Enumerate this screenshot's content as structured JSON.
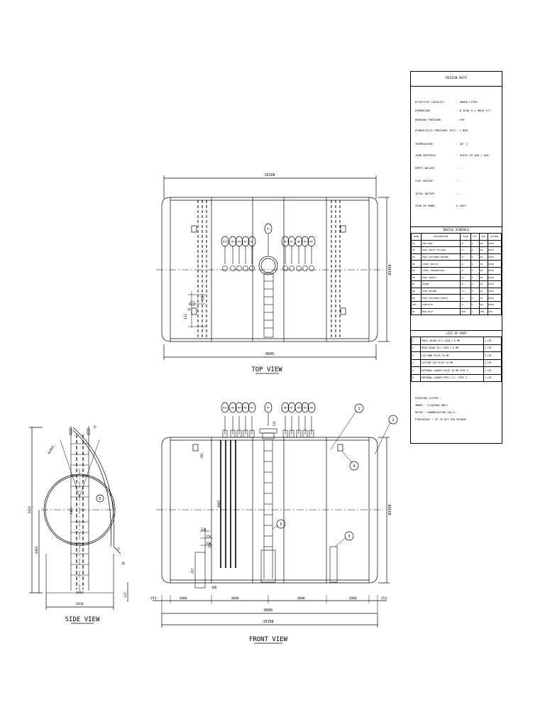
{
  "views": {
    "top": "TOP VIEW",
    "side": "SIDE VIEW",
    "front": "FRONT VIEW"
  },
  "dimensions": {
    "overall_length": "10108",
    "shell_length": "9600",
    "diameter_top": "Ø3450",
    "diameter_front": "Ø3450",
    "side_height": "3452",
    "side_width_1": "3450",
    "side_width_2": "3483",
    "side_radius": "R3951",
    "side_lower": "1983",
    "side_small_1": "10",
    "side_small_2": "127",
    "side_small_3": "12",
    "side_small_4": "70",
    "side_inner": "3483",
    "top_small_1": "132",
    "top_small_2": "18",
    "top_small_3": "282",
    "front_seg": [
      "254",
      "1800",
      "3000",
      "3000",
      "1800",
      "254"
    ],
    "front_ladder_height": "3982",
    "front_lug_height": "857",
    "front_lug_a": "330",
    "front_lug_b": "150",
    "front_lug_c": "250",
    "front_lug_d": "350",
    "front_lug_w": "300",
    "front_top_a": "280",
    "front_top_b": "110"
  },
  "nozzle_tags": {
    "left": [
      "N10",
      "N5",
      "N4",
      "N2",
      "N1"
    ],
    "center": "M1",
    "right": [
      "N6",
      "N7",
      "N8",
      "N3",
      "N9"
    ]
  },
  "part_callouts": [
    "1",
    "2",
    "3",
    "4",
    "5",
    "6"
  ],
  "design_data": {
    "title": "DESIGN DATA",
    "rows": [
      {
        "k": "EFFECTIVE CAPACITY",
        "v": ": 80000 LITER"
      },
      {
        "k": "DIMENSION",
        "v": ": Ø 3450 D x 9600 T/T"
      },
      {
        "k": "WORKING PRESSURE",
        "v": ": ATM"
      },
      {
        "k": "HYDROSTATIC PRESSURE TEST",
        "v": ": 1 BAR"
      },
      {
        "k": "TEMPERATURE",
        "v": ": 30° C"
      },
      {
        "k": "TANK MATERIAL",
        "v": ": PLATE SS 400 / A36"
      },
      {
        "k": "EMPTY WEIGHT",
        "v": ": -"
      },
      {
        "k": "FUEL WEIGHT",
        "v": ": -"
      },
      {
        "k": "TOTAL WEIGHT",
        "v": ": -"
      },
      {
        "k": "YEAR OF MANU.",
        "v": "& 2023"
      }
    ]
  },
  "nozzle_schedule": {
    "title": "NOZZLE SCHEDULE",
    "headers": [
      "MARK",
      "DESCRIPTION",
      "SIZE",
      "QTY",
      "SCH",
      "RATING"
    ],
    "rows": [
      [
        "N1",
        "AIR VENT",
        "2\"",
        "1",
        "40",
        "#150"
      ],
      [
        "N2",
        "FUEL INLET FILLING",
        "3\"",
        "1",
        "40",
        "#150"
      ],
      [
        "N3",
        "FUEL POLISHER RETURN",
        "2\"",
        "1",
        "40",
        "#150"
      ],
      [
        "N4",
        "LEVEL SWITCH",
        "2\"",
        "1",
        "40",
        "#150"
      ],
      [
        "N5",
        "LEVEL TRANSMITTER",
        "2\"",
        "1",
        "40",
        "#150"
      ],
      [
        "N6",
        "FUEL SUPPLY",
        "4\"",
        "1",
        "40",
        "#150"
      ],
      [
        "N7",
        "SPARE",
        "4\"",
        "1",
        "40",
        "#150"
      ],
      [
        "N8",
        "FUEL RETURN",
        "4\"",
        "1",
        "40",
        "#150"
      ],
      [
        "N9",
        "FUEL POLISHER SUPPLY",
        "4\"",
        "1",
        "40",
        "#150"
      ],
      [
        "N10",
        "DIPSTICK",
        "3\"",
        "1",
        "40",
        "#150"
      ],
      [
        "M1",
        "MAN HOLE",
        "600",
        "1",
        "STD",
        "STD"
      ]
    ]
  },
  "list_of_part": {
    "title": "LIST OF PART",
    "rows": [
      [
        "1",
        "SHELL 10108 ID x 3450 x 8 MM",
        "1 LOT"
      ],
      [
        "2",
        "HEAD 10108 ID x 3450 x 8 MM",
        "2 LOT"
      ],
      [
        "3",
        "LUG TANK PLATE 10 MM",
        "3 LOT"
      ],
      [
        "4",
        "LIFTING LUG PLATE 10 MM",
        "4 LOT"
      ],
      [
        "5",
        "EXTERNAL LADDER PLATE 10 MM PIPA 1\"",
        "1 LOT"
      ],
      [
        "6",
        "INTERNAL LADDER PIPA 1,5\", PIPA 1\"",
        "1 LOT"
      ]
    ]
  },
  "notes": {
    "title": "PAINTING SYSTEM :",
    "lines": [
      "INNER : FLUSHING ONLY",
      "OUTER : SANDBLASTING SA2,5",
      "FINISHCOAT : EP 45 DFT 250 MICRON"
    ]
  }
}
